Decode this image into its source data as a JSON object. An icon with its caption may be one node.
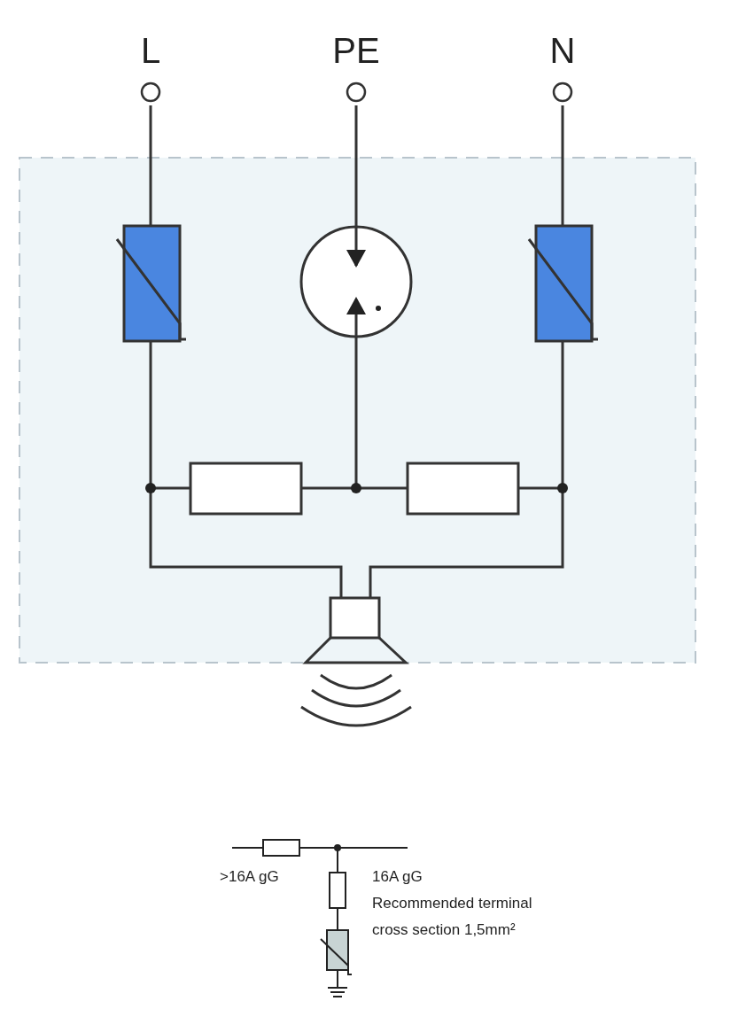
{
  "diagram": {
    "nodes": [
      {
        "text": [
          "L"
        ]
      },
      {
        "text": [
          "PE"
        ]
      },
      {
        "text": [
          "N"
        ]
      }
    ],
    "labels": [
      ">16A gG",
      "16A gG",
      "Recommended terminal cross section 1,5mm²"
    ]
  }
}
